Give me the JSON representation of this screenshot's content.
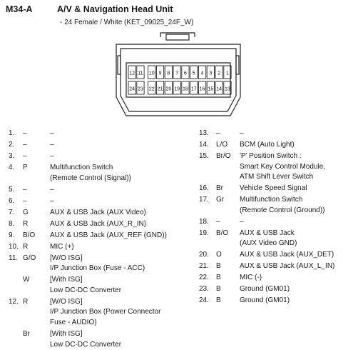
{
  "header": {
    "code": "M34-A",
    "title": "A/V & Navigation Head Unit",
    "subtitle": "- 24 Female / White (KET_09025_24F_W)"
  },
  "connector": {
    "top_row": [
      "12",
      "11",
      "10",
      "9",
      "8",
      "7",
      "6",
      "5",
      "4",
      "3",
      "2",
      "1"
    ],
    "bottom_row": [
      "24",
      "23",
      "22",
      "21",
      "20",
      "19",
      "18",
      "17",
      "16",
      "15",
      "14",
      "13"
    ]
  },
  "left_pins": [
    {
      "num": "1.",
      "color": "–",
      "desc": [
        "–"
      ]
    },
    {
      "num": "2.",
      "color": "–",
      "desc": [
        "–"
      ]
    },
    {
      "num": "3.",
      "color": "–",
      "desc": [
        "–"
      ]
    },
    {
      "num": "4.",
      "color": "P",
      "desc": [
        "Multifunction Switch",
        "(Remote Control (Signal))"
      ]
    },
    {
      "num": "5.",
      "color": "–",
      "desc": [
        "–"
      ]
    },
    {
      "num": "6.",
      "color": "–",
      "desc": [
        "–"
      ]
    },
    {
      "num": "7.",
      "color": "G",
      "desc": [
        "AUX & USB Jack (AUX Video)"
      ]
    },
    {
      "num": "8.",
      "color": "R",
      "desc": [
        "AUX & USB Jack (AUX_R_IN)"
      ]
    },
    {
      "num": "9.",
      "color": "B/O",
      "desc": [
        "AUX & USB Jack (AUX_REF (GND))"
      ]
    },
    {
      "num": "10.",
      "color": "R",
      "desc": [
        "MIC (+)"
      ]
    },
    {
      "num": "11.",
      "color": "G/O",
      "desc": [
        "[W/O ISG]",
        "I/P Junction Box (Fuse - ACC)"
      ]
    },
    {
      "num": "",
      "color": "W",
      "desc": [
        "[With ISG]",
        "Low DC-DC Converter"
      ]
    },
    {
      "num": "12.",
      "color": "R",
      "desc": [
        "[W/O ISG]",
        "I/P Junction Box (Power Connector",
        "Fuse - AUDIO)"
      ]
    },
    {
      "num": "",
      "color": "Br",
      "desc": [
        "[With ISG]",
        "Low DC-DC Converter"
      ]
    }
  ],
  "right_pins": [
    {
      "num": "13.",
      "color": "–",
      "desc": [
        "–"
      ]
    },
    {
      "num": "14.",
      "color": "L/O",
      "desc": [
        "BCM (Auto Light)"
      ]
    },
    {
      "num": "15.",
      "color": "Br/O",
      "desc": [
        "'P' Position Switch :",
        "Smart Key Control Module,",
        "ATM Shift Lever Switch"
      ]
    },
    {
      "num": "16.",
      "color": "Br",
      "desc": [
        "Vehicle Speed Signal"
      ]
    },
    {
      "num": "17.",
      "color": "Gr",
      "desc": [
        "Multifunction Switch",
        "(Remote Control (Ground))"
      ]
    },
    {
      "num": "18.",
      "color": "–",
      "desc": [
        "–"
      ]
    },
    {
      "num": "19.",
      "color": "B/O",
      "desc": [
        "AUX & USB Jack",
        "(AUX Video GND)"
      ]
    },
    {
      "num": "20.",
      "color": "O",
      "desc": [
        "AUX & USB Jack (AUX_DET)"
      ]
    },
    {
      "num": "21.",
      "color": "B",
      "desc": [
        "AUX & USB Jack (AUX_L_IN)"
      ]
    },
    {
      "num": "22.",
      "color": "B",
      "desc": [
        "MIC (-)"
      ]
    },
    {
      "num": "23.",
      "color": "B",
      "desc": [
        "Ground (GM01)"
      ]
    },
    {
      "num": "24.",
      "color": "B",
      "desc": [
        "Ground (GM01)"
      ]
    }
  ]
}
